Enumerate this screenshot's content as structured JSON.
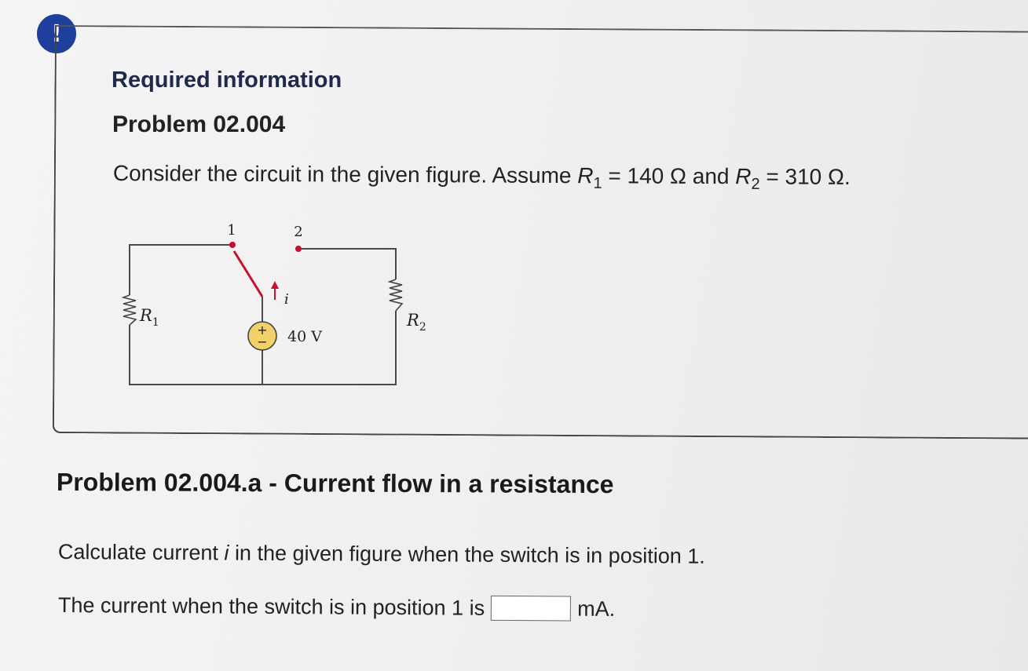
{
  "alert": {
    "symbol": "!"
  },
  "header": {
    "required_info": "Required information",
    "problem_title": "Problem 02.004"
  },
  "problem": {
    "intro": "Consider the circuit in the given figure. Assume ",
    "r1_symbol": "R",
    "r1_sub": "1",
    "r1_value": " = 140 Ω and ",
    "r2_symbol": "R",
    "r2_sub": "2",
    "r2_value": " = 310 Ω."
  },
  "circuit": {
    "label_pos1": "1",
    "label_pos2": "2",
    "label_current": "i",
    "label_voltage": "40 V",
    "label_r1": "R",
    "label_r1_sub": "1",
    "label_r2": "R",
    "label_r2_sub": "2",
    "source_plus": "+",
    "source_minus": "−",
    "source_fill": "#f2d16b",
    "node_color": "#c8102e"
  },
  "part": {
    "title": "Problem 02.004.a - Current flow in a resistance"
  },
  "question": {
    "before": "Calculate current ",
    "var": "i",
    "after": " in the given figure when the switch is in position 1."
  },
  "answer": {
    "prefix": "The current when the switch is in position 1 is",
    "value": "",
    "unit": "mA."
  }
}
